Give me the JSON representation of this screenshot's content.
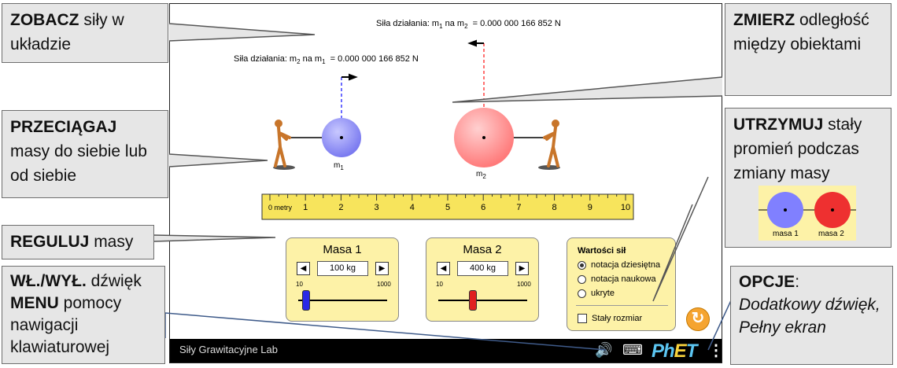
{
  "sim": {
    "title": "Siły Grawitacyjne Lab",
    "force_m1_on_m2": {
      "prefix": "Siła działania: m",
      "sub1": "1",
      "mid": " na m",
      "sub2": "2",
      "value": "  = 0.000 000 166 852 N"
    },
    "force_m2_on_m1": {
      "prefix": "Siła działania: m",
      "sub1": "2",
      "mid": " na m",
      "sub2": "1",
      "value": "  = 0.000 000 166 852 N"
    },
    "mass_labels": {
      "m1_base": "m",
      "m1_sub": "1",
      "m2_base": "m",
      "m2_sub": "2"
    },
    "ruler": {
      "unit_label": "0 metry",
      "ticks": [
        "1",
        "2",
        "3",
        "4",
        "5",
        "6",
        "7",
        "8",
        "9",
        "10"
      ]
    },
    "mass1": {
      "title": "Masa 1",
      "value": "100 kg",
      "min": "10",
      "max": "1000",
      "fraction": 0.09,
      "color": "#2a2ae6"
    },
    "mass2": {
      "title": "Masa 2",
      "value": "400 kg",
      "min": "10",
      "max": "1000",
      "fraction": 0.39,
      "color": "#e02020"
    },
    "values_panel": {
      "title": "Wartości sił",
      "options": [
        "notacja dziesiętna",
        "notacja naukowa",
        "ukryte"
      ],
      "selected": 0,
      "checkbox_label": "Stały rozmiar"
    },
    "reset_icon": "reset-icon",
    "navbar_icons": [
      "sound-icon",
      "keyboard-icon",
      "phet-logo",
      "menu-icon"
    ],
    "phet_logo_text": {
      "p": "Ph",
      "e": "E",
      "t": "T"
    },
    "menu_glyph": "⋮"
  },
  "callouts": {
    "see": {
      "bold": "ZOBACZ",
      "rest": " siły w układzie"
    },
    "drag": {
      "bold": "PRZECIĄGAJ",
      "rest": " masy do siebie lub od siebie"
    },
    "adjust": {
      "bold": "REGULUJ",
      "rest": " masy"
    },
    "sound_line1_bold": "WŁ./WYŁ.",
    "sound_line1_rest": " dźwięk",
    "sound_line2_bold": "MENU",
    "sound_line2_rest": " pomocy nawigacji klawiaturowej",
    "measure": {
      "bold": "ZMIERZ",
      "rest": " odległość między obiektami"
    },
    "hold": {
      "bold": "UTRZYMUJ",
      "rest": " stały promień podczas zmiany masy"
    },
    "hold_mini": {
      "label1": "masa 1",
      "label2": "masa 2"
    },
    "options": {
      "bold": "OPCJE",
      "colon": ":",
      "rest": "Dodatkowy dźwięk, Pełny ekran"
    }
  },
  "colors": {
    "panel": "#fdf2a7",
    "callout_bg": "#e6e6e6",
    "m1": "#8c8cff",
    "m2": "#ff8585",
    "callout_line": "#3f5b8a"
  }
}
